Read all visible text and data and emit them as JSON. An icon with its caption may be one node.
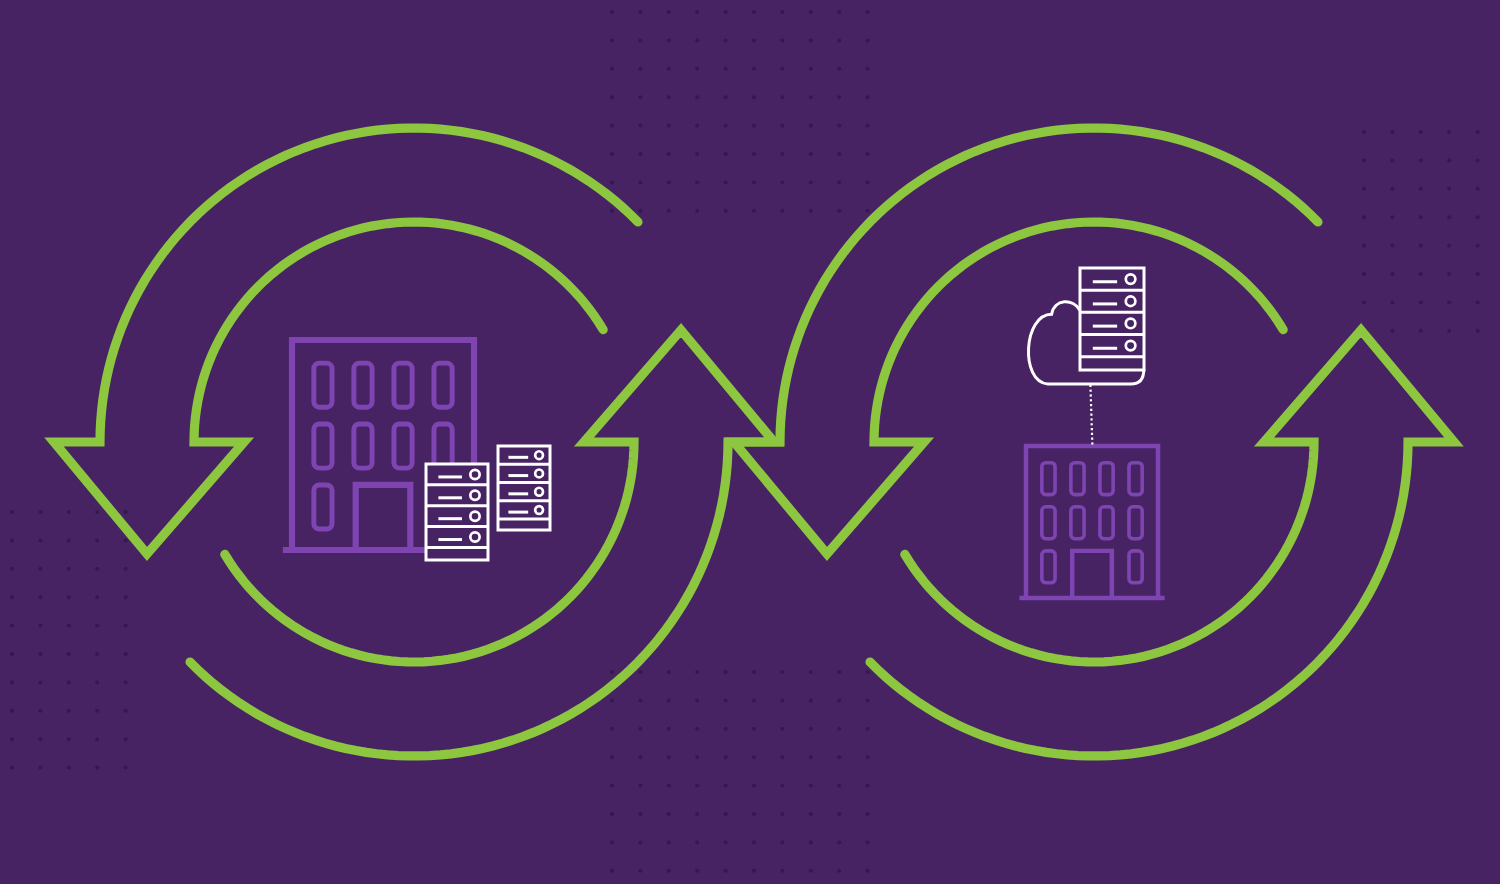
{
  "diagram": {
    "nodes": [
      {
        "text": [],
        "shape": "building"
      },
      {
        "text": [],
        "shape": "server"
      },
      {
        "text": [],
        "shape": "server"
      },
      {
        "text": [],
        "shape": "cloud"
      },
      {
        "text": [],
        "shape": "server"
      },
      {
        "text": [],
        "shape": "building"
      }
    ],
    "edges": [
      {
        "from": 3,
        "to": 5,
        "arrow": "none",
        "style": "dashed"
      }
    ]
  }
}
